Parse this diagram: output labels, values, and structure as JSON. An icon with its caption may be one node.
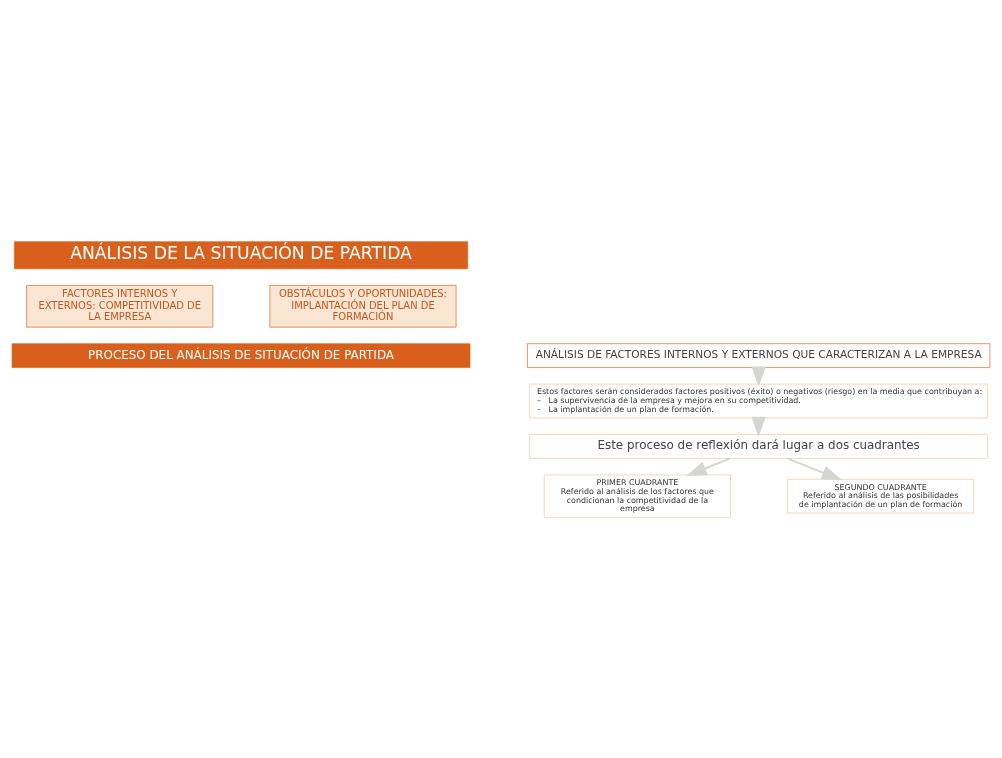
{
  "diagram": {
    "nodes": [
      {
        "text": [
          "ANÁLISIS DE LA SITUACIÓN DE PARTIDA"
        ]
      },
      {
        "text": [
          "FACTORES INTERNOS Y EXTERNOS: COMPETITIVIDAD DE LA EMPRESA"
        ]
      },
      {
        "text": [
          "OBSTÁCULOS Y OPORTUNIDADES: IMPLANTACIÓN DEL PLAN DE FORMACIÓN"
        ]
      },
      {
        "text": [
          "PROCESO DEL ANÁLISIS DE SITUACIÓN DE PARTIDA"
        ]
      },
      {
        "text": [
          "ANÁLISIS DE FACTORES INTERNOS Y EXTERNOS QUE CARACTERIZAN A LA EMPRESA"
        ]
      },
      {
        "text": [
          "Estos factores serán considerados factores positivos (éxito) o negativos (riesgo) en la media que contribuyan a:",
          "–   La supervivencia de la empresa y mejora en su competitividad.",
          "–   La implantación de un plan de formación."
        ]
      },
      {
        "text": [
          "Este proceso de reflexión dará lugar a dos cuadrantes"
        ]
      },
      {
        "text": [
          "PRIMER CUADRANTE",
          "Referido al análisis de los factores que condicionan la competitividad de la empresa"
        ]
      },
      {
        "text": [
          "SEGUNDO CUADRANTE",
          "Referido al análisis de las posibilidades de implantación de un plan de formación"
        ]
      }
    ],
    "edges": [
      {
        "from": 4,
        "to": 5,
        "arrow": "to"
      },
      {
        "from": 5,
        "to": 6,
        "arrow": "to"
      },
      {
        "from": 6,
        "to": 7,
        "arrow": "to"
      },
      {
        "from": 6,
        "to": 8,
        "arrow": "to"
      }
    ]
  }
}
